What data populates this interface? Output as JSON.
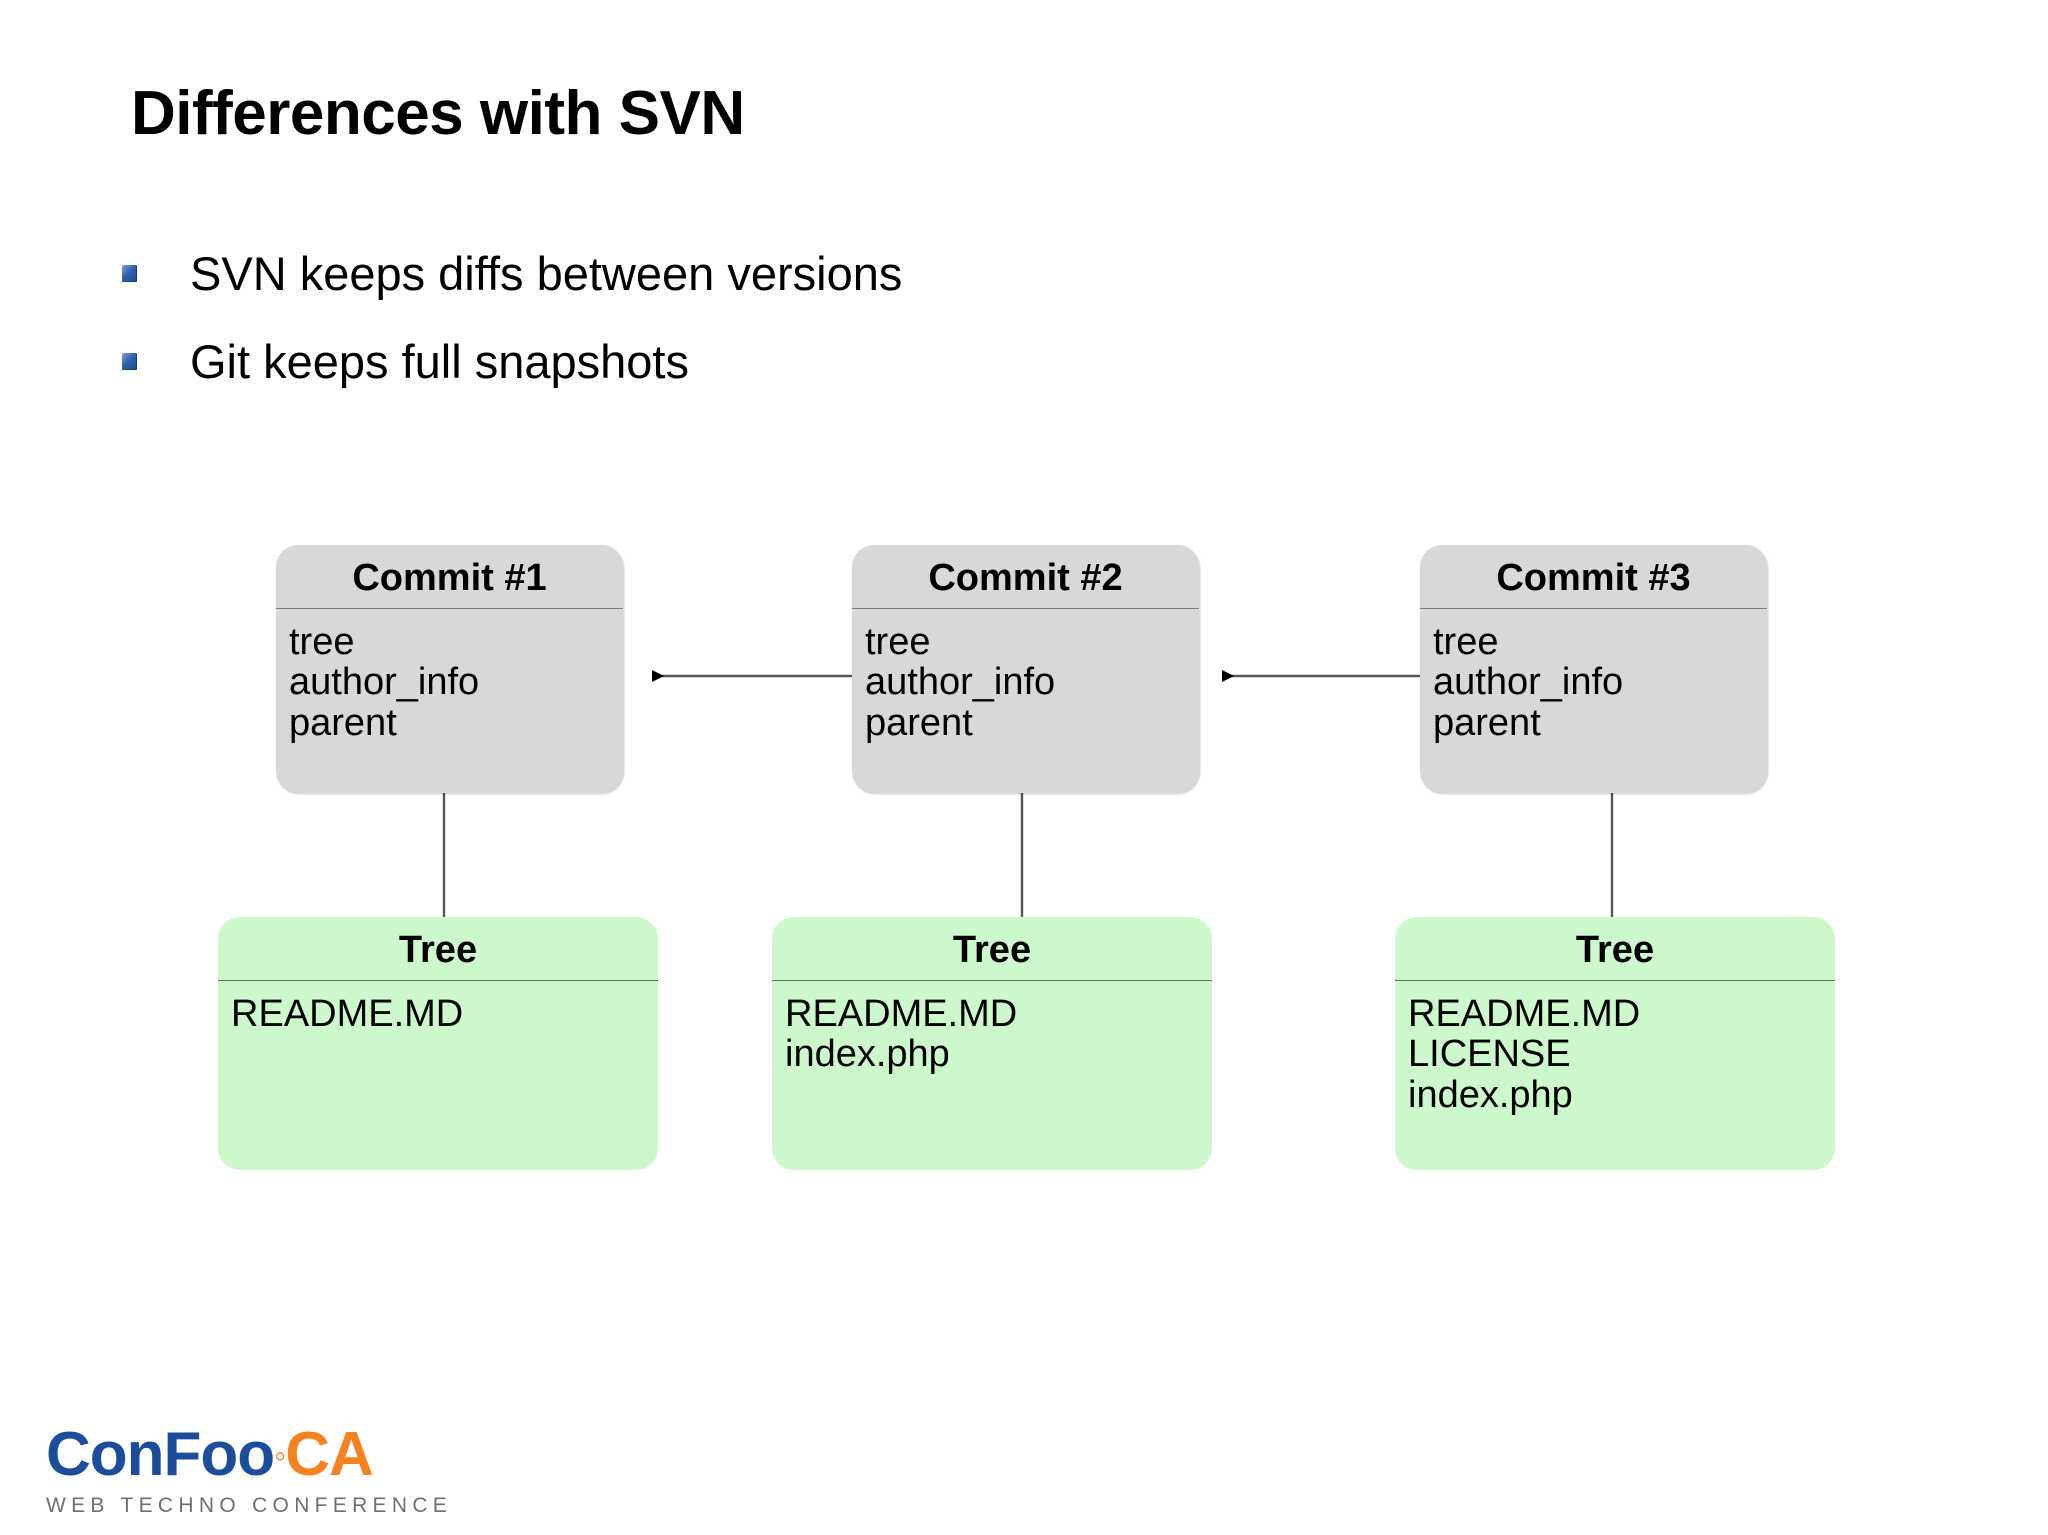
{
  "slide": {
    "title": "Differences with SVN",
    "bullets": [
      {
        "text": "SVN keeps diffs between versions"
      },
      {
        "text": "Git keeps full snapshots"
      }
    ]
  },
  "diagram": {
    "commits": [
      {
        "title": "Commit #1",
        "fields": [
          "tree",
          "author_info",
          "parent"
        ]
      },
      {
        "title": "Commit #2",
        "fields": [
          "tree",
          "author_info",
          "parent"
        ]
      },
      {
        "title": "Commit #3",
        "fields": [
          "tree",
          "author_info",
          "parent"
        ]
      }
    ],
    "trees": [
      {
        "title": "Tree",
        "files": [
          "README.MD"
        ]
      },
      {
        "title": "Tree",
        "files": [
          "README.MD",
          "index.php"
        ]
      },
      {
        "title": "Tree",
        "files": [
          "README.MD",
          "LICENSE",
          "index.php"
        ]
      }
    ],
    "colors": {
      "commit_fill": "#d8d8d8",
      "tree_fill": "#ccf8cc",
      "connector": "#555555",
      "bullet": "#2f62ac"
    }
  },
  "logo": {
    "word_primary": "ConFoo",
    "word_dot": "◦",
    "word_suffix": "CA",
    "tagline": "WEB TECHNO CONFERENCE",
    "primary_color": "#1b4d9b",
    "accent_color": "#f5821f"
  }
}
